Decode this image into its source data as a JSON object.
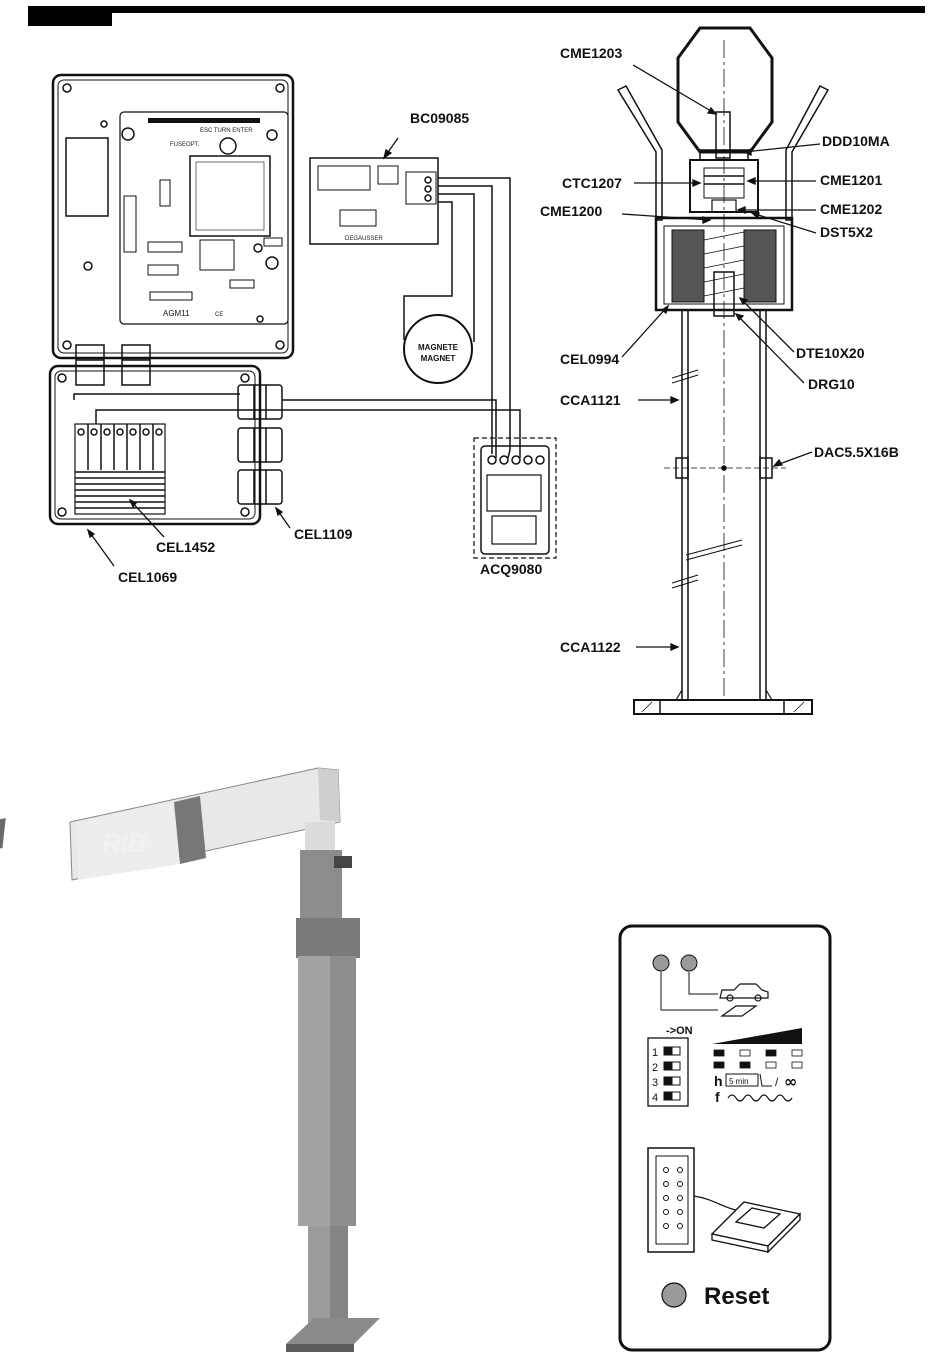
{
  "wiring_labels": {
    "bc09085": "BC09085",
    "acq9080": "ACQ9080",
    "cel1452": "CEL1452",
    "cel1109": "CEL1109",
    "cel1069": "CEL1069",
    "magnet_line1": "MAGNETE",
    "magnet_line2": "MAGNET"
  },
  "board_texts": {
    "model": "AGM11",
    "degausser": "DEGAUSSER",
    "fuse": "FUSE",
    "opt": "OPT.",
    "esc_turn_enter": "ESC TURN ENTER",
    "ce": "CE"
  },
  "support_labels": {
    "cme1203": "CME1203",
    "ddd10ma": "DDD10MA",
    "ctc1207": "CTC1207",
    "cme1201": "CME1201",
    "cme1200": "CME1200",
    "cme1202": "CME1202",
    "dst5x2": "DST5X2",
    "cel0994": "CEL0994",
    "dte10x20": "DTE10X20",
    "drg10": "DRG10",
    "cca1121": "CCA1121",
    "dac55x16b": "DAC5.5X16B",
    "cca1122": "CCA1122"
  },
  "photo": {
    "brand": "RIB"
  },
  "panel": {
    "on_label": "->ON",
    "dip_numbers": [
      "1",
      "2",
      "3",
      "4"
    ],
    "h_label": "h",
    "five_min": "5 min",
    "slash": "/",
    "infinity": "∞",
    "f_label": "f",
    "reset": "Reset"
  },
  "colors": {
    "ink": "#111111",
    "pole_light": "#a6a6a6",
    "pole_dark": "#6e6e6e",
    "pole_mid": "#8c8c8c",
    "led_fill": "#9a9a9a"
  }
}
